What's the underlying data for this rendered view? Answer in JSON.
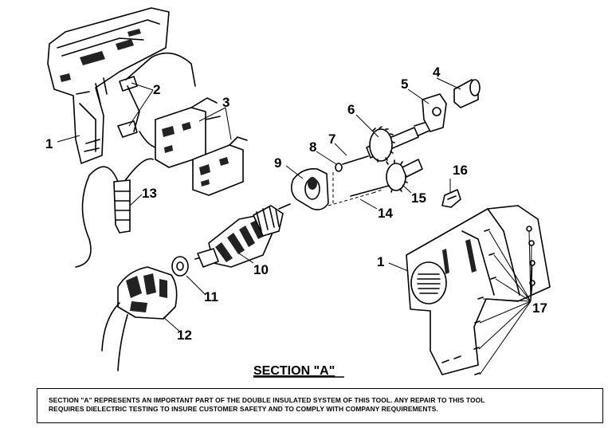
{
  "section_title": "SECTION \"A\"",
  "note": {
    "line1": "SECTION \"A\" REPRESENTS AN IMPORTANT PART OF THE DOUBLE INSULATED SYSTEM OF THIS TOOL.  ANY REPAIR TO THIS TOOL",
    "line2": "REQUIRES DIELECTRIC TESTING TO INSURE CUSTOMER SAFETY AND TO COMPLY WITH COMPANY REQUIREMENTS."
  },
  "callouts": {
    "c1_left": "1",
    "c2": "2",
    "c3": "3",
    "c4": "4",
    "c5": "5",
    "c6": "6",
    "c7": "7",
    "c8": "8",
    "c9": "9",
    "c10": "10",
    "c11": "11",
    "c12": "12",
    "c13": "13",
    "c14": "14",
    "c15": "15",
    "c16": "16",
    "c1_right": "1",
    "c17": "17"
  }
}
